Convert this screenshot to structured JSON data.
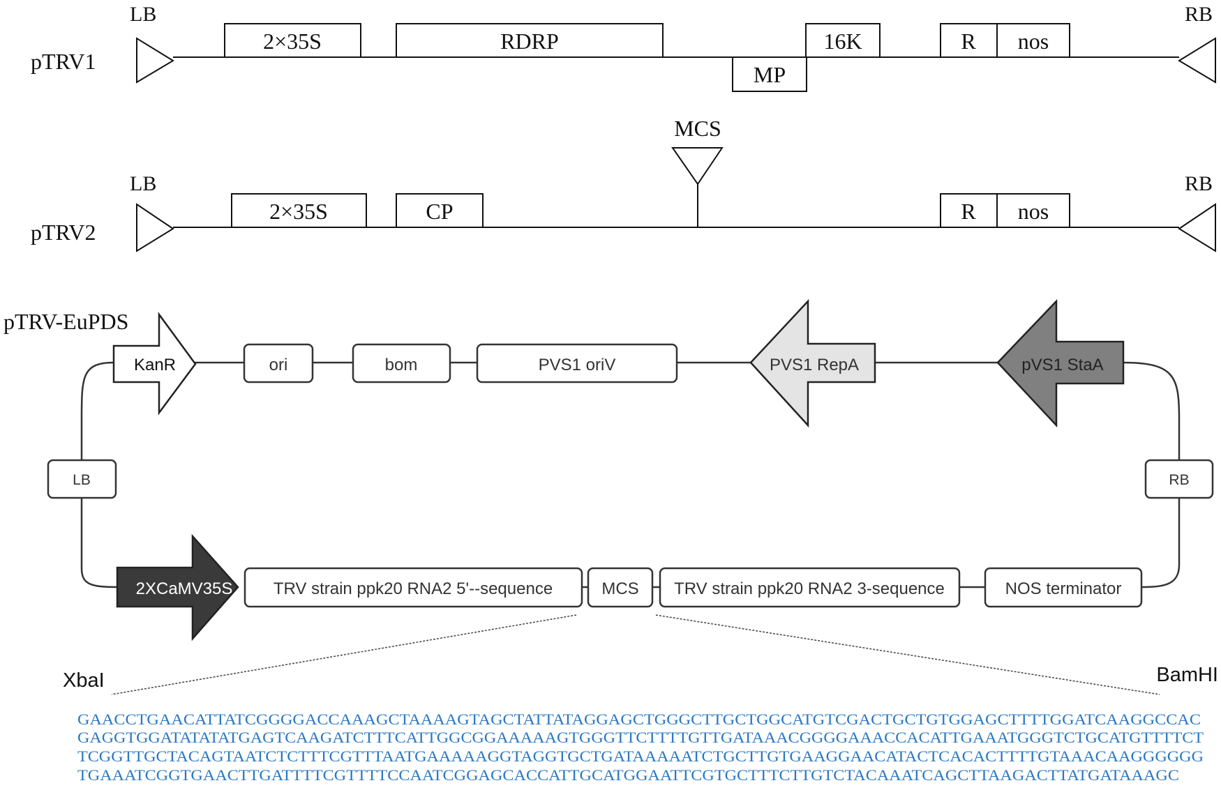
{
  "colors": {
    "line": "#111111",
    "plasmid_line": "#333333",
    "repa_fill": "#e4e4e4",
    "staa_fill": "#808080",
    "promoter_fill": "#3a3a3a",
    "sequence_text": "#2a78c2"
  },
  "ptrv1": {
    "name": "pTRV1",
    "lb": "LB",
    "rb": "RB",
    "boxes": [
      "2×35S",
      "RDRP",
      "16K",
      "MP",
      "R",
      "nos"
    ]
  },
  "ptrv2": {
    "name": "pTRV2",
    "lb": "LB",
    "rb": "RB",
    "mcs": "MCS",
    "boxes": [
      "2×35S",
      "CP",
      "R",
      "nos"
    ]
  },
  "plasmid": {
    "name": "pTRV-EuPDS",
    "top": {
      "kanr": "KanR",
      "ori": "ori",
      "bom": "bom",
      "oriv": "PVS1 oriV",
      "repa": "PVS1 RepA",
      "staa": "pVS1 StaA"
    },
    "lb": "LB",
    "rb": "RB",
    "bottom": {
      "promoter": "2XCaMV35S",
      "five_prime": "TRV strain ppk20 RNA2 5'--sequence",
      "mcs": "MCS",
      "three_prime": "TRV strain ppk20 RNA2 3-sequence",
      "terminator": "NOS terminator"
    }
  },
  "insert": {
    "left_site": "XbaI",
    "right_site": "BamHI",
    "sequence": [
      "GAACCTGAACATTATCGGGGACCAAAGCTAAAAGTAGCTATTATAGGAGCTGGGCTTGCTGGCATGTCGACTGCTGTGGAGCTTTTGGATCAAGGCCAC",
      "GAGGTGGATATATATGAGTCAAGATCTTTCATTGGCGGAAAAAGTGGGTTCTTTTGTTGATAAACGGGGAAACCACATTGAAATGGGTCTGCATGTTTTCT",
      "TCGGTTGCTACAGTAATCTCTTTCGTTTAATGAAAAAGGTAGGTGCTGATAAAAATCTGCTTGTGAAGGAACATACTCACACTTTTGTAAACAAGGGGGG",
      "TGAAATCGGTGAACTTGATTTTCGTTTTCCAATCGGAGCACCATTGCATGGAATTCGTGCTTTCTTGTCTACAAATCAGCTTAAGACTTATGATAAAGC"
    ]
  }
}
